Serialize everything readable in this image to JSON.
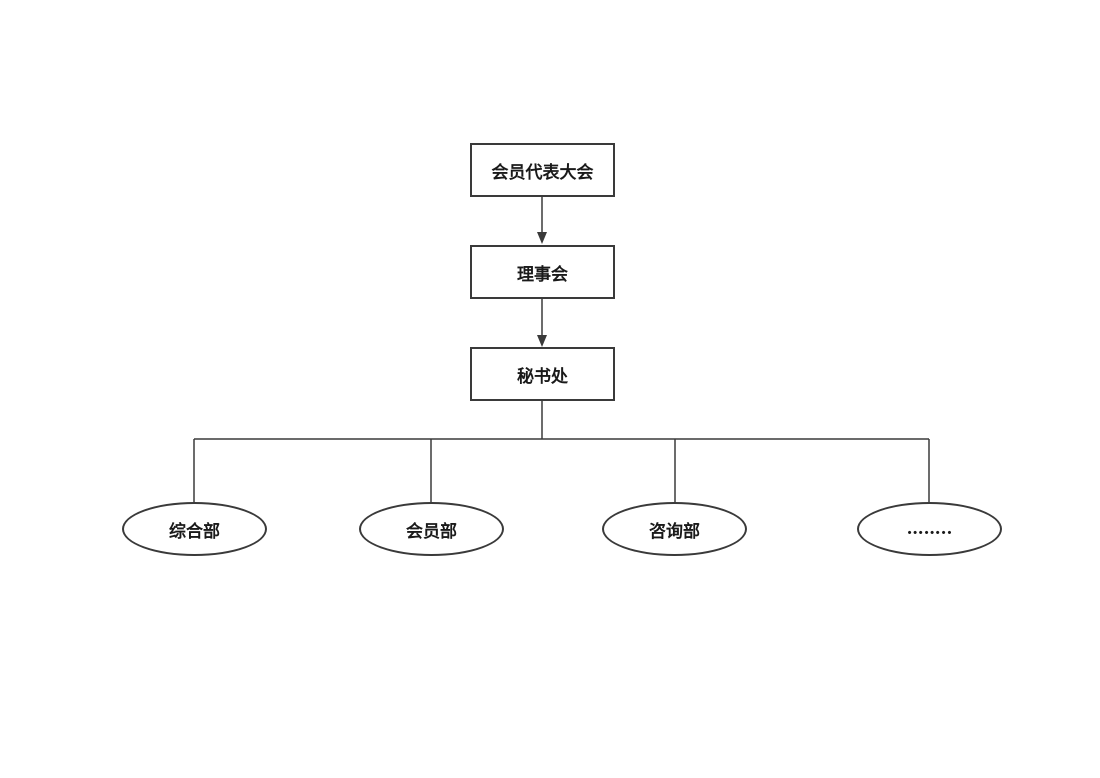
{
  "diagram": {
    "type": "org-chart",
    "nodes": {
      "assembly": {
        "label": "会员代表大会",
        "shape": "rectangle"
      },
      "council": {
        "label": "理事会",
        "shape": "rectangle"
      },
      "secretariat": {
        "label": "秘书处",
        "shape": "rectangle"
      },
      "departments": [
        {
          "label": "综合部",
          "shape": "ellipse"
        },
        {
          "label": "会员部",
          "shape": "ellipse"
        },
        {
          "label": "咨询部",
          "shape": "ellipse"
        },
        {
          "label": "……..",
          "shape": "ellipse"
        }
      ]
    },
    "edges": [
      {
        "from": "会员代表大会",
        "to": "理事会",
        "arrow": true
      },
      {
        "from": "理事会",
        "to": "秘书处",
        "arrow": true
      },
      {
        "from": "秘书处",
        "to": "综合部",
        "arrow": false
      },
      {
        "from": "秘书处",
        "to": "会员部",
        "arrow": false
      },
      {
        "from": "秘书处",
        "to": "咨询部",
        "arrow": false
      },
      {
        "from": "秘书处",
        "to": "……..",
        "arrow": false
      }
    ],
    "colors": {
      "stroke": "#3a3a3a",
      "text": "#1a1a1a",
      "background": "#ffffff"
    }
  }
}
